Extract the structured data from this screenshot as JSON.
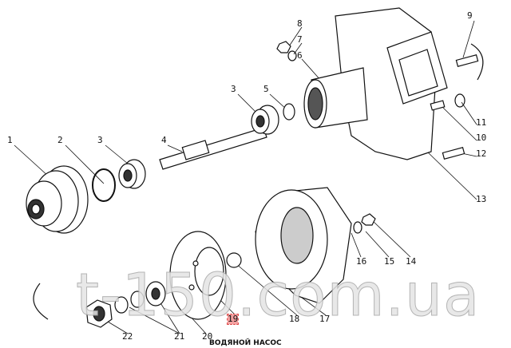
{
  "title": "ВОДЯНОЙ НАСОС",
  "watermark": "t-150.com.ua",
  "highlight_color": "#f4a0a0",
  "callouts": [
    "1",
    "2",
    "3",
    "4",
    "3",
    "5",
    "8",
    "7",
    "6",
    "9",
    "11",
    "10",
    "12",
    "13",
    "16",
    "15",
    "14",
    "19",
    "18",
    "17",
    "20",
    "21",
    "22"
  ],
  "highlighted_callout": "19"
}
